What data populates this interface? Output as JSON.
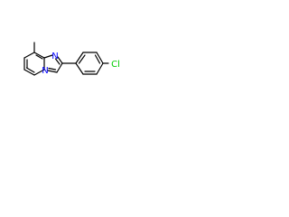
{
  "structure": {
    "bond_color": "#000000",
    "nitrogen_color": "#0000ff",
    "chlorine_color": "#00cc00",
    "background": "#ffffff"
  },
  "atoms": {
    "n1_label": "N",
    "n2_label": "N",
    "cl_label": "Cl"
  }
}
